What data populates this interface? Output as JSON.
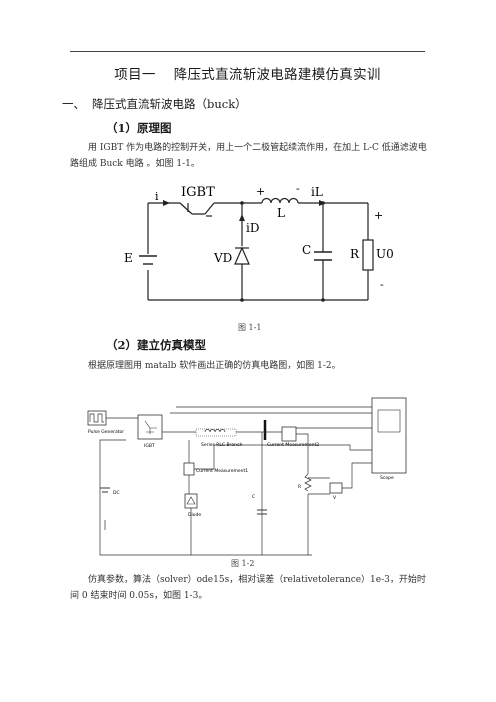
{
  "doc": {
    "title_part1": "项目一",
    "title_part2": "降压式直流斩波电路建模仿真实训",
    "section1_num": "一、",
    "section1_title": "降压式直流斩波电路（buck）",
    "sub1": "（1）原理图",
    "para1": "用 IGBT 作为电路的控制开关，用上一个二极管起续流作用，在加上 L-C 低通滤波电路组成 Buck 电路 。如图 1-1。",
    "fig1_caption": "图 1-1",
    "sub2": "（2）建立仿真模型",
    "para2": "根据原理图用 matalb 软件画出正确的仿真电路图，如图 1-2。",
    "fig2_caption": "图 1-2",
    "para3": "仿真参数，算法（solver）ode15s，相对误差（relativetolerance）1e-3，开始时间 0 结束时间 0.05s，如图 1-3。"
  },
  "circuit": {
    "labels": {
      "i": "i",
      "igbt": "IGBT",
      "plus_l": "+",
      "minus_l": "-",
      "il": "iL",
      "l": "L",
      "plus_r": "+",
      "id": "iD",
      "e": "E",
      "vd": "VD",
      "c": "C",
      "r": "R",
      "u0": "U0",
      "minus_r": "-"
    }
  },
  "simulink": {
    "pulse": "Pulse Generator",
    "igbt": "IGBT",
    "rlc": "Series RLC Branch",
    "cm1": "Current Measurement1",
    "cm2": "Current Measurement2",
    "diode": "Diode",
    "dc": "DC",
    "c": "C",
    "r": "R",
    "v": "V",
    "scope": "Scope"
  }
}
